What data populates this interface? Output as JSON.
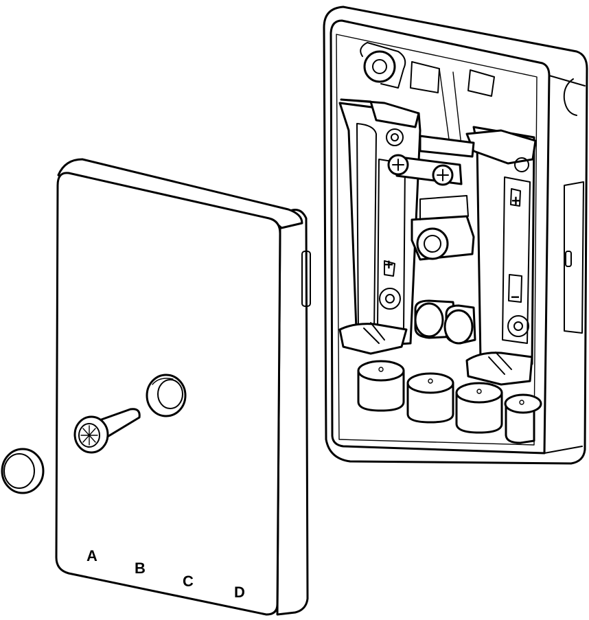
{
  "cover": {
    "terminal_labels": [
      "A",
      "B",
      "C",
      "D"
    ]
  },
  "housing": {
    "polarity_left": "+",
    "polarity_right_top": "+",
    "polarity_right_bottom": "−"
  },
  "colors": {
    "line": "#000000",
    "fill": "#ffffff"
  }
}
